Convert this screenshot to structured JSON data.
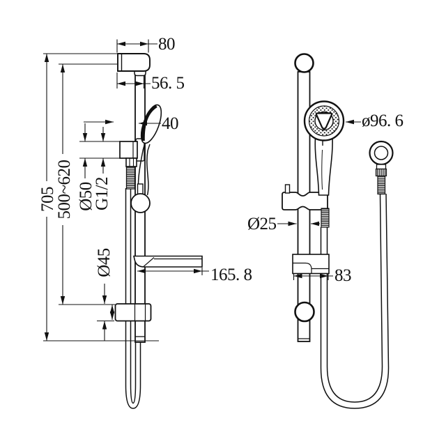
{
  "drawing": {
    "title": "shower rail set technical drawing",
    "colors": {
      "line": "#111111",
      "background": "#ffffff"
    },
    "left_view": {
      "dims": {
        "bracket_width": "80",
        "bracket_offset": "56. 5",
        "head_offset": "40",
        "total_height": "705",
        "slide_range": "500~620",
        "elbow_diameter": "Ø50",
        "inlet_thread": "G1/2",
        "holder_diameter": "Ø45",
        "shelf_depth": "165. 8"
      }
    },
    "right_view": {
      "dims": {
        "head_diameter": "ø96. 6",
        "rail_diameter": "Ø25",
        "shelf_width": "83"
      }
    }
  }
}
